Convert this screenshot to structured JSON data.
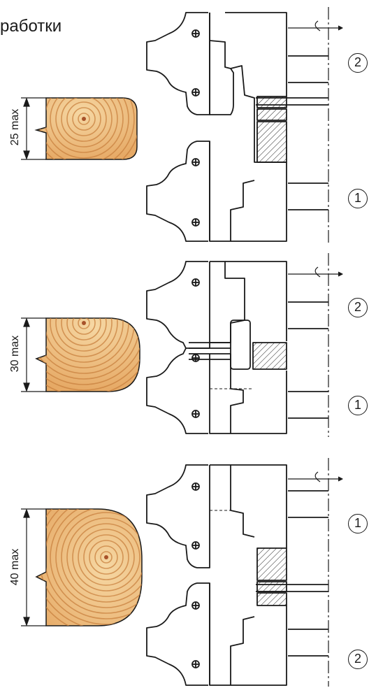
{
  "title": "работки",
  "panels": [
    {
      "dimension": "25 max",
      "callouts": [
        "2",
        "1"
      ]
    },
    {
      "dimension": "30 max",
      "callouts": [
        "2",
        "1"
      ]
    },
    {
      "dimension": "40 max",
      "callouts": [
        "1",
        "2"
      ]
    }
  ],
  "colors": {
    "line": "#1a1a1a",
    "wood_light": "#f2c98a",
    "wood_mid": "#e8a963",
    "wood_dark": "#c9783a",
    "wood_core": "#a8522a"
  }
}
